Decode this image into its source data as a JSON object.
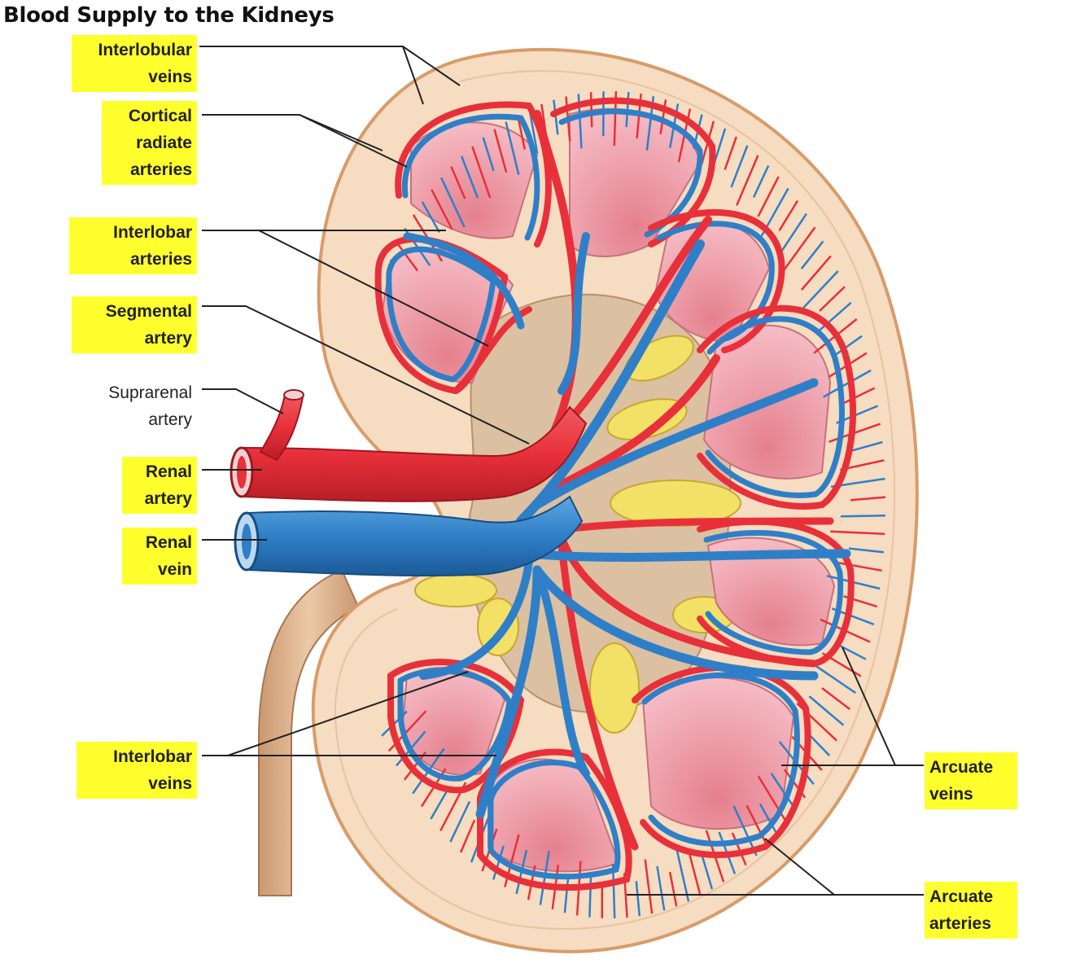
{
  "title": "Blood Supply to the Kidneys",
  "labels": {
    "interlobular_veins": [
      "Interlobular",
      "veins"
    ],
    "cortical_radiate_arteries": [
      "Cortical",
      "radiate",
      "arteries"
    ],
    "interlobar_arteries": [
      "Interlobar",
      "arteries"
    ],
    "segmental_artery": [
      "Segmental",
      "artery"
    ],
    "suprarenal_artery": [
      "Suprarenal",
      "artery"
    ],
    "renal_artery": [
      "Renal",
      "artery"
    ],
    "renal_vein": [
      "Renal",
      "vein"
    ],
    "interlobar_veins": [
      "Interlobar",
      "veins"
    ],
    "arcuate_veins": [
      "Arcuate",
      "veins"
    ],
    "arcuate_arteries": [
      "Arcuate",
      "arteries"
    ]
  },
  "colors": {
    "highlight": "#ffff2e",
    "artery": "#e8303a",
    "vein": "#2f7fc8",
    "cortex": "#f6dcc0",
    "pyramid": "#f2a9b3",
    "fat": "#f3e066",
    "ureter": "#d9b08c"
  }
}
